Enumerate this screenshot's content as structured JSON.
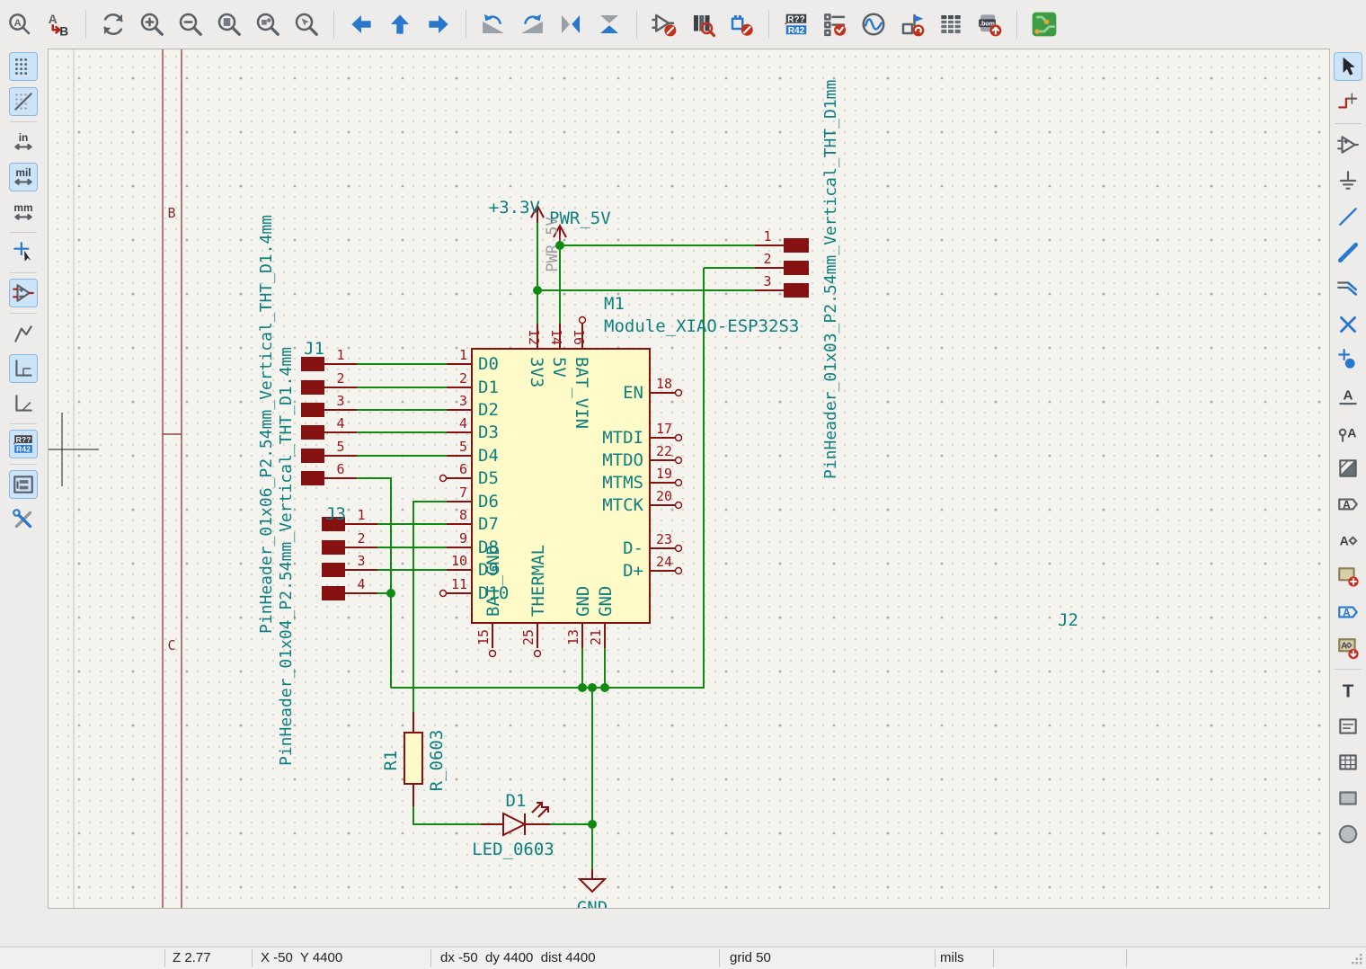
{
  "icon_glyphs": {
    "find": "A",
    "replace_a": "A",
    "replace_b": "B",
    "unit_in": "in",
    "unit_mil": "mil",
    "unit_mm": "mm",
    "annotate_top": "R??",
    "annotate_bottom": "R42",
    "bom": ".bom",
    "text_tool": "T",
    "net_label": "A",
    "netclass_label": "A",
    "global_label": "A",
    "directive_label": "A",
    "hier_label": "A",
    "import_pin": "A"
  },
  "canvas": {
    "frame_rows": {
      "b": "B",
      "c": "C"
    }
  },
  "schematic": {
    "power": {
      "p3v3": "+3.3V",
      "pwr5v": "PWR_5V",
      "pwr5v_hidden": "PWR_5V",
      "gnd": "GND"
    },
    "m1": {
      "ref": "M1",
      "value": "Module_XIAO-ESP32S3",
      "left_pins": [
        {
          "num": "1",
          "name": "D0"
        },
        {
          "num": "2",
          "name": "D1"
        },
        {
          "num": "3",
          "name": "D2"
        },
        {
          "num": "4",
          "name": "D3"
        },
        {
          "num": "5",
          "name": "D4"
        },
        {
          "num": "6",
          "name": "D5"
        },
        {
          "num": "7",
          "name": "D6"
        },
        {
          "num": "8",
          "name": "D7"
        },
        {
          "num": "9",
          "name": "D8"
        },
        {
          "num": "10",
          "name": "D9"
        },
        {
          "num": "11",
          "name": "D10"
        }
      ],
      "right_pins": [
        {
          "num": "18",
          "name": "EN"
        },
        {
          "num": "17",
          "name": "MTDI"
        },
        {
          "num": "22",
          "name": "MTDO"
        },
        {
          "num": "19",
          "name": "MTMS"
        },
        {
          "num": "20",
          "name": "MTCK"
        },
        {
          "num": "23",
          "name": "D-"
        },
        {
          "num": "24",
          "name": "D+"
        }
      ],
      "top_pins": [
        {
          "num": "12",
          "name": "3V3"
        },
        {
          "num": "14",
          "name": "5V"
        },
        {
          "num": "16",
          "name": "BAT_VIN"
        }
      ],
      "bottom_pins": [
        {
          "num": "15",
          "name": "BAT_GND"
        },
        {
          "num": "25",
          "name": "THERMAL"
        },
        {
          "num": "13",
          "name": "GND"
        },
        {
          "num": "21",
          "name": "GND"
        }
      ]
    },
    "j1": {
      "ref": "J1",
      "footprint": "PinHeader_01x06_P2.54mm_Vertical_THT_D1.4mm",
      "pins": [
        "1",
        "2",
        "3",
        "4",
        "5",
        "6"
      ]
    },
    "j3": {
      "ref": "J3",
      "footprint": "PinHeader_01x04_P2.54mm_Vertical_THT_D1.4mm",
      "pins": [
        "1",
        "2",
        "3",
        "4"
      ]
    },
    "j2": {
      "ref": "J2",
      "footprint": "PinHeader_01x03_P2.54mm_Vertical_THT_D1mm",
      "pins": [
        "1",
        "2",
        "3"
      ]
    },
    "r1": {
      "ref": "R1",
      "value": "R_0603"
    },
    "d1": {
      "ref": "D1",
      "value": "LED_0603"
    }
  },
  "statusbar": {
    "zoom": "Z 2.77",
    "cursor": "X -50  Y 4400",
    "delta": "dx -50  dy 4400  dist 4400",
    "grid": "grid 50",
    "units": "mils"
  },
  "colors": {
    "wire": "#128a12",
    "outline": "#861111",
    "component_fill": "#fffbc9",
    "text": "#0e7f7f",
    "hidden_text": "#9c9c9c",
    "pin_number": "#9c1418"
  }
}
